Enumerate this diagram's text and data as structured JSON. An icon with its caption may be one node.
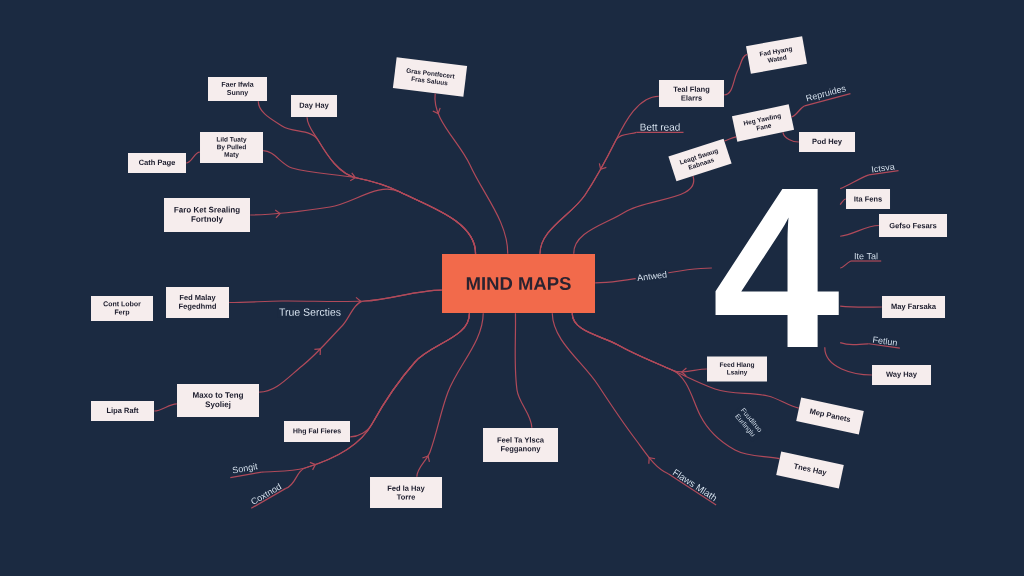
{
  "diagram": {
    "nodes": [
      {
        "text": [
          "MIND MAPS"
        ]
      },
      {
        "text": [
          "Faer Ifwla Sunny"
        ]
      },
      {
        "text": [
          "Day Hay"
        ]
      },
      {
        "text": [
          "Gras Pontfecert Fras Saluus"
        ]
      },
      {
        "text": [
          "Lild Tuaty By Pulled Maty"
        ]
      },
      {
        "text": [
          "Cath Page"
        ]
      },
      {
        "text": [
          "Faro Ket Srealing Fortnoly"
        ]
      },
      {
        "text": [
          "Cont Lobor Ferp"
        ]
      },
      {
        "text": [
          "Fed Malay Fegedhmd"
        ]
      },
      {
        "text": [
          "Maxo to Teng Syoliej"
        ]
      },
      {
        "text": [
          "Lipa Raft"
        ]
      },
      {
        "text": [
          "Hhg Fal Fieres"
        ]
      },
      {
        "text": [
          "Songit"
        ]
      },
      {
        "text": [
          "Coxtnod"
        ]
      },
      {
        "text": [
          "Fed la Hay Torre"
        ]
      },
      {
        "text": [
          "Feel Ta Ylsca Fegganony"
        ]
      },
      {
        "text": [
          "Fad Hyang Wated"
        ]
      },
      {
        "text": [
          "Teal Flang Elarrs"
        ]
      },
      {
        "text": [
          "Bett read"
        ]
      },
      {
        "text": [
          "Repruides"
        ]
      },
      {
        "text": [
          "Heg Yawling Fane"
        ]
      },
      {
        "text": [
          "Pod Hey"
        ]
      },
      {
        "text": [
          "Leagt Swaug Eabnaas"
        ]
      },
      {
        "text": [
          "Ictsva"
        ]
      },
      {
        "text": [
          "4"
        ]
      },
      {
        "text": [
          "Ita Fens"
        ]
      },
      {
        "text": [
          "Gefso Fesars"
        ]
      },
      {
        "text": [
          "Ite Tal"
        ]
      },
      {
        "text": [
          "May Farsaka"
        ]
      },
      {
        "text": [
          "Fetlun"
        ]
      },
      {
        "text": [
          "Way Hay"
        ]
      },
      {
        "text": [
          "Feed Hlang Lsainy"
        ]
      },
      {
        "text": [
          "Mep Panets"
        ]
      },
      {
        "text": [
          "Tnes Hay"
        ]
      },
      {
        "text": [
          "Flaws Mlath"
        ]
      }
    ],
    "edges": [
      {
        "from": 1,
        "to": 0,
        "arrow": "none"
      },
      {
        "from": 2,
        "to": 0,
        "arrow": "none"
      },
      {
        "from": 4,
        "to": 0,
        "arrow": "to"
      },
      {
        "from": 5,
        "to": 4,
        "arrow": "none"
      },
      {
        "from": 6,
        "to": 0,
        "arrow": "to"
      },
      {
        "from": 3,
        "to": 0,
        "arrow": "to"
      },
      {
        "from": 8,
        "to": 0,
        "arrow": "to",
        "label": "True Sercties"
      },
      {
        "from": 9,
        "to": 0,
        "arrow": "to"
      },
      {
        "from": 10,
        "to": 9,
        "arrow": "none"
      },
      {
        "from": 11,
        "to": 0,
        "arrow": "none"
      },
      {
        "from": 12,
        "to": 0,
        "arrow": "to"
      },
      {
        "from": 13,
        "to": 0,
        "arrow": "none"
      },
      {
        "from": 14,
        "to": 0,
        "arrow": "to"
      },
      {
        "from": 15,
        "to": 0,
        "arrow": "none"
      },
      {
        "from": 17,
        "to": 0,
        "arrow": "none"
      },
      {
        "from": 16,
        "to": 17,
        "arrow": "none"
      },
      {
        "from": 18,
        "to": 0,
        "arrow": "to"
      },
      {
        "from": 22,
        "to": 0,
        "arrow": "none"
      },
      {
        "from": 20,
        "to": 22,
        "arrow": "none"
      },
      {
        "from": 19,
        "to": 20,
        "arrow": "none"
      },
      {
        "from": 21,
        "to": 20,
        "arrow": "none"
      },
      {
        "from": 24,
        "to": 0,
        "arrow": "none",
        "label": "Antwed"
      },
      {
        "from": 23,
        "to": 24,
        "arrow": "none"
      },
      {
        "from": 25,
        "to": 24,
        "arrow": "none"
      },
      {
        "from": 26,
        "to": 24,
        "arrow": "none"
      },
      {
        "from": 27,
        "to": 24,
        "arrow": "none"
      },
      {
        "from": 28,
        "to": 24,
        "arrow": "none"
      },
      {
        "from": 29,
        "to": 24,
        "arrow": "none"
      },
      {
        "from": 30,
        "to": 24,
        "arrow": "none"
      },
      {
        "from": 31,
        "to": 0,
        "arrow": "to"
      },
      {
        "from": 32,
        "to": 0,
        "arrow": "none",
        "label": "Fuudilruo Eurlinglu"
      },
      {
        "from": 33,
        "to": 0,
        "arrow": "none"
      },
      {
        "from": 34,
        "to": 0,
        "arrow": "to"
      }
    ]
  }
}
